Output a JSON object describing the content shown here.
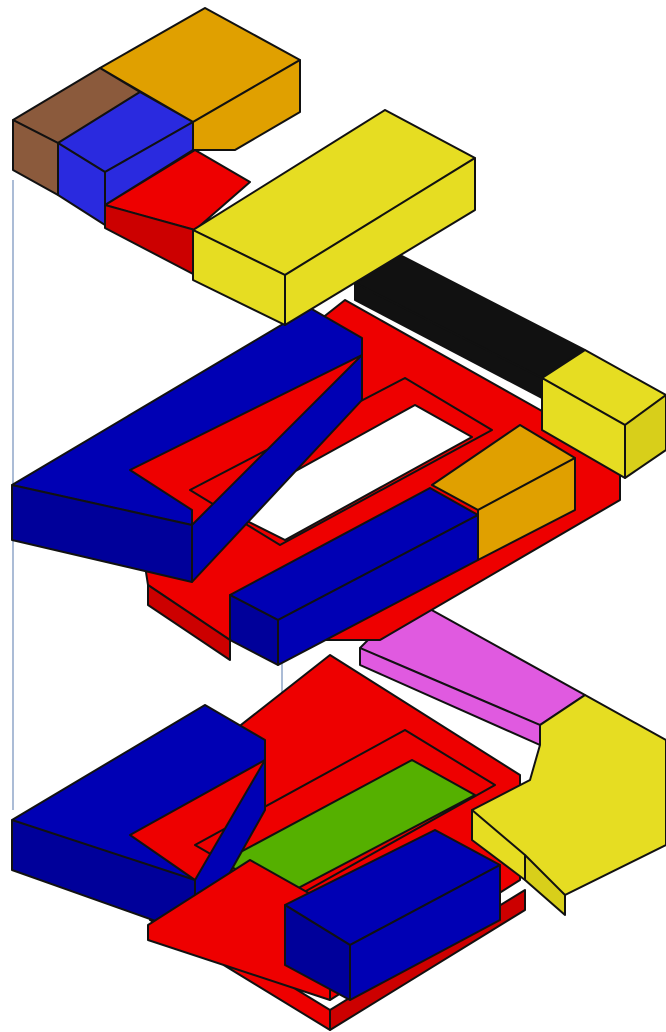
{
  "diagram": {
    "kind": "isometric-exploded-block-puzzle",
    "layers": [
      {
        "name": "top-layer",
        "pieces": [
          {
            "name": "brown-block",
            "color": "#8b5a3c"
          },
          {
            "name": "blue-block",
            "color": "#2a2adf"
          },
          {
            "name": "orange-block",
            "color": "#e0a000"
          },
          {
            "name": "red-block",
            "color": "#ee0000"
          },
          {
            "name": "yellow-block",
            "color": "#e6dd22"
          }
        ]
      },
      {
        "name": "middle-layer",
        "pieces": [
          {
            "name": "blue-l-piece",
            "color": "#0000b4"
          },
          {
            "name": "red-frame",
            "color": "#ee0000"
          },
          {
            "name": "black-bar",
            "color": "#111111"
          },
          {
            "name": "yellow-block",
            "color": "#e6dd22"
          },
          {
            "name": "orange-block",
            "color": "#e0a000"
          },
          {
            "name": "blue-bar",
            "color": "#0000b4"
          }
        ]
      },
      {
        "name": "bottom-layer",
        "pieces": [
          {
            "name": "blue-l-piece",
            "color": "#0000b4"
          },
          {
            "name": "red-frame",
            "color": "#ee0000"
          },
          {
            "name": "magenta-bar",
            "color": "#e05ae0"
          },
          {
            "name": "yellow-l-piece",
            "color": "#e6dd22"
          },
          {
            "name": "green-panel",
            "color": "#55b000"
          },
          {
            "name": "blue-bar",
            "color": "#0000b4"
          }
        ]
      }
    ],
    "guides": [
      "guide-line-left",
      "guide-line-center"
    ]
  }
}
